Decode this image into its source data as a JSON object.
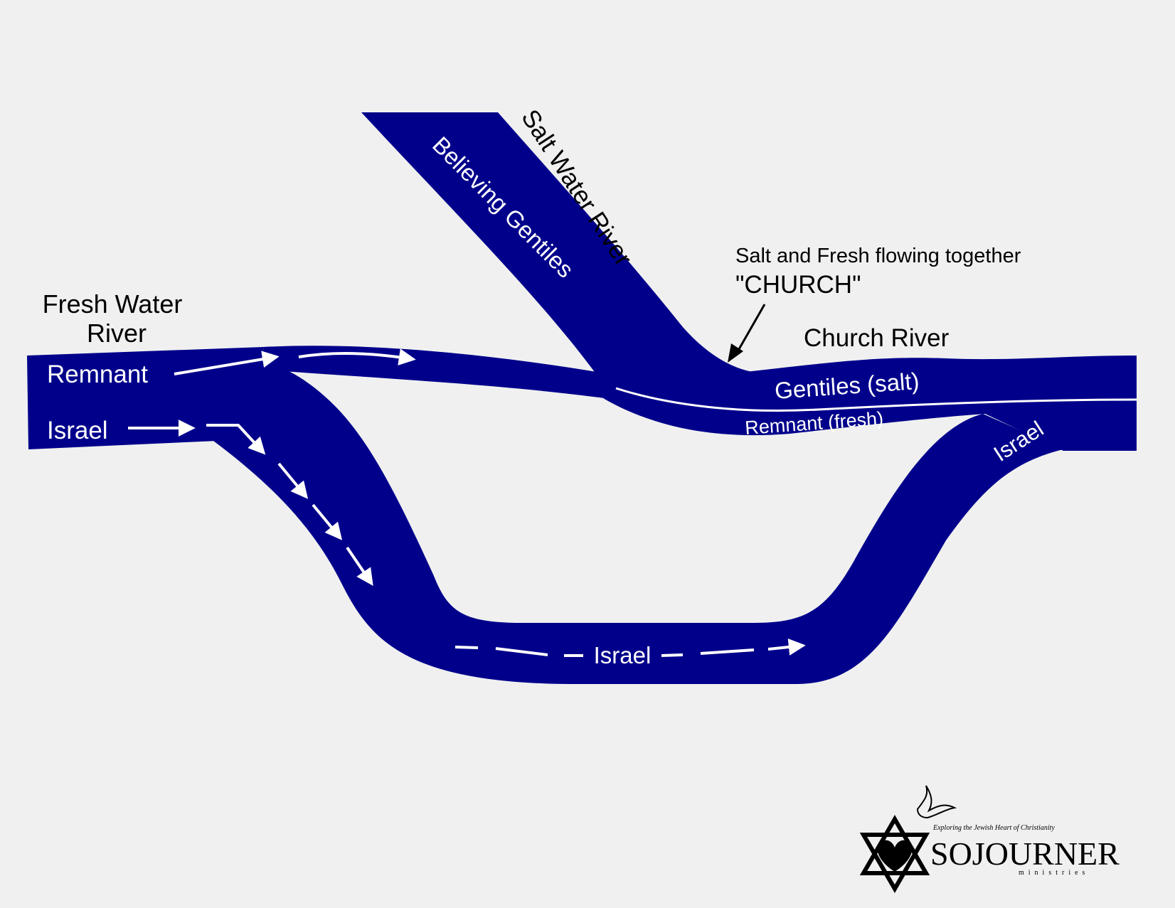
{
  "colors": {
    "background": "#f0f0f0",
    "river": "#00008b",
    "label_on_river": "#ffffff",
    "label_outside": "#000000"
  },
  "labels": {
    "fresh_water_river_line1": "Fresh Water",
    "fresh_water_river_line2": "River",
    "remnant": "Remnant",
    "israel_upper": "Israel",
    "israel_lower": "Israel",
    "israel_right": "Israel",
    "believing_gentiles": "Believing Gentiles",
    "salt_water_river": "Salt Water River",
    "salt_and_fresh": "Salt and Fresh flowing together",
    "church_quote": "\"CHURCH\"",
    "church_river": "Church River",
    "gentiles_salt": "Gentiles (salt)",
    "remnant_fresh": "Remnant (fresh)"
  },
  "logo": {
    "tagline": "Exploring the Jewish Heart of Christianity",
    "name": "SOJOURNER",
    "subname": "ministries",
    "icons": [
      "dove-icon",
      "star-of-david-icon",
      "heart-icon"
    ]
  }
}
